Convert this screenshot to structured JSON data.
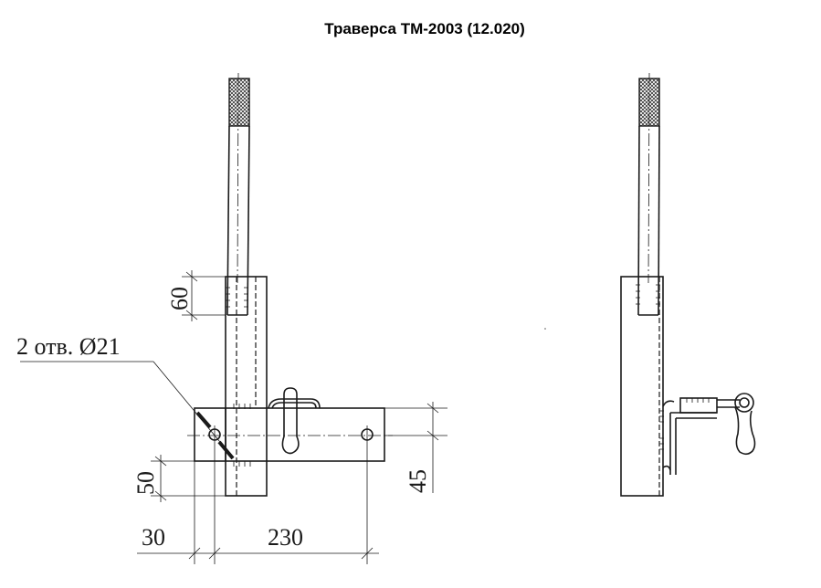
{
  "title": "Траверса ТМ-2003 (12.020)",
  "dimensions": {
    "d60": "60",
    "d50": "50",
    "d45": "45",
    "d30": "30",
    "d230": "230",
    "holes": "2 отв. Ø21"
  }
}
